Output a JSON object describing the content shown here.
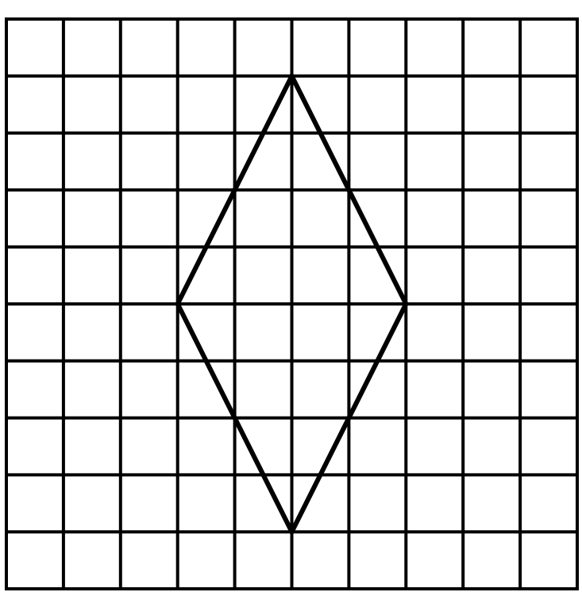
{
  "grid": {
    "columns": 10,
    "rows": 10
  },
  "rhombus": {
    "vertices": [
      {
        "name": "top",
        "col": 5,
        "row": 1
      },
      {
        "name": "right",
        "col": 7,
        "row": 5
      },
      {
        "name": "bottom",
        "col": 5,
        "row": 9
      },
      {
        "name": "left",
        "col": 3,
        "row": 5
      }
    ]
  },
  "colors": {
    "line": "#000000",
    "background": "#ffffff"
  }
}
